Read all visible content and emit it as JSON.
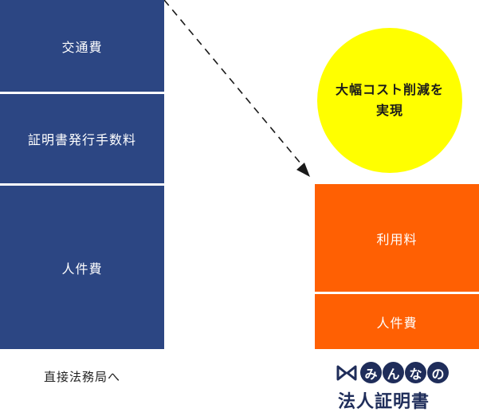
{
  "colors": {
    "navy": "#2c4683",
    "orange": "#ff6003",
    "yellow": "#ffff00",
    "logo": "#1f2d5a"
  },
  "left_stack": {
    "items": [
      {
        "label": "交通費"
      },
      {
        "label": "証明書発行手数料"
      },
      {
        "label": "人件費"
      }
    ],
    "caption": "直接法務局へ"
  },
  "right_stack": {
    "items": [
      {
        "label": "利用料"
      },
      {
        "label": "人件費"
      }
    ]
  },
  "highlight": {
    "line1": "大幅コスト削減を",
    "line2": "実現"
  },
  "logo": {
    "hiragana": [
      "み",
      "ん",
      "な",
      "の"
    ],
    "name": "法人証明書"
  }
}
